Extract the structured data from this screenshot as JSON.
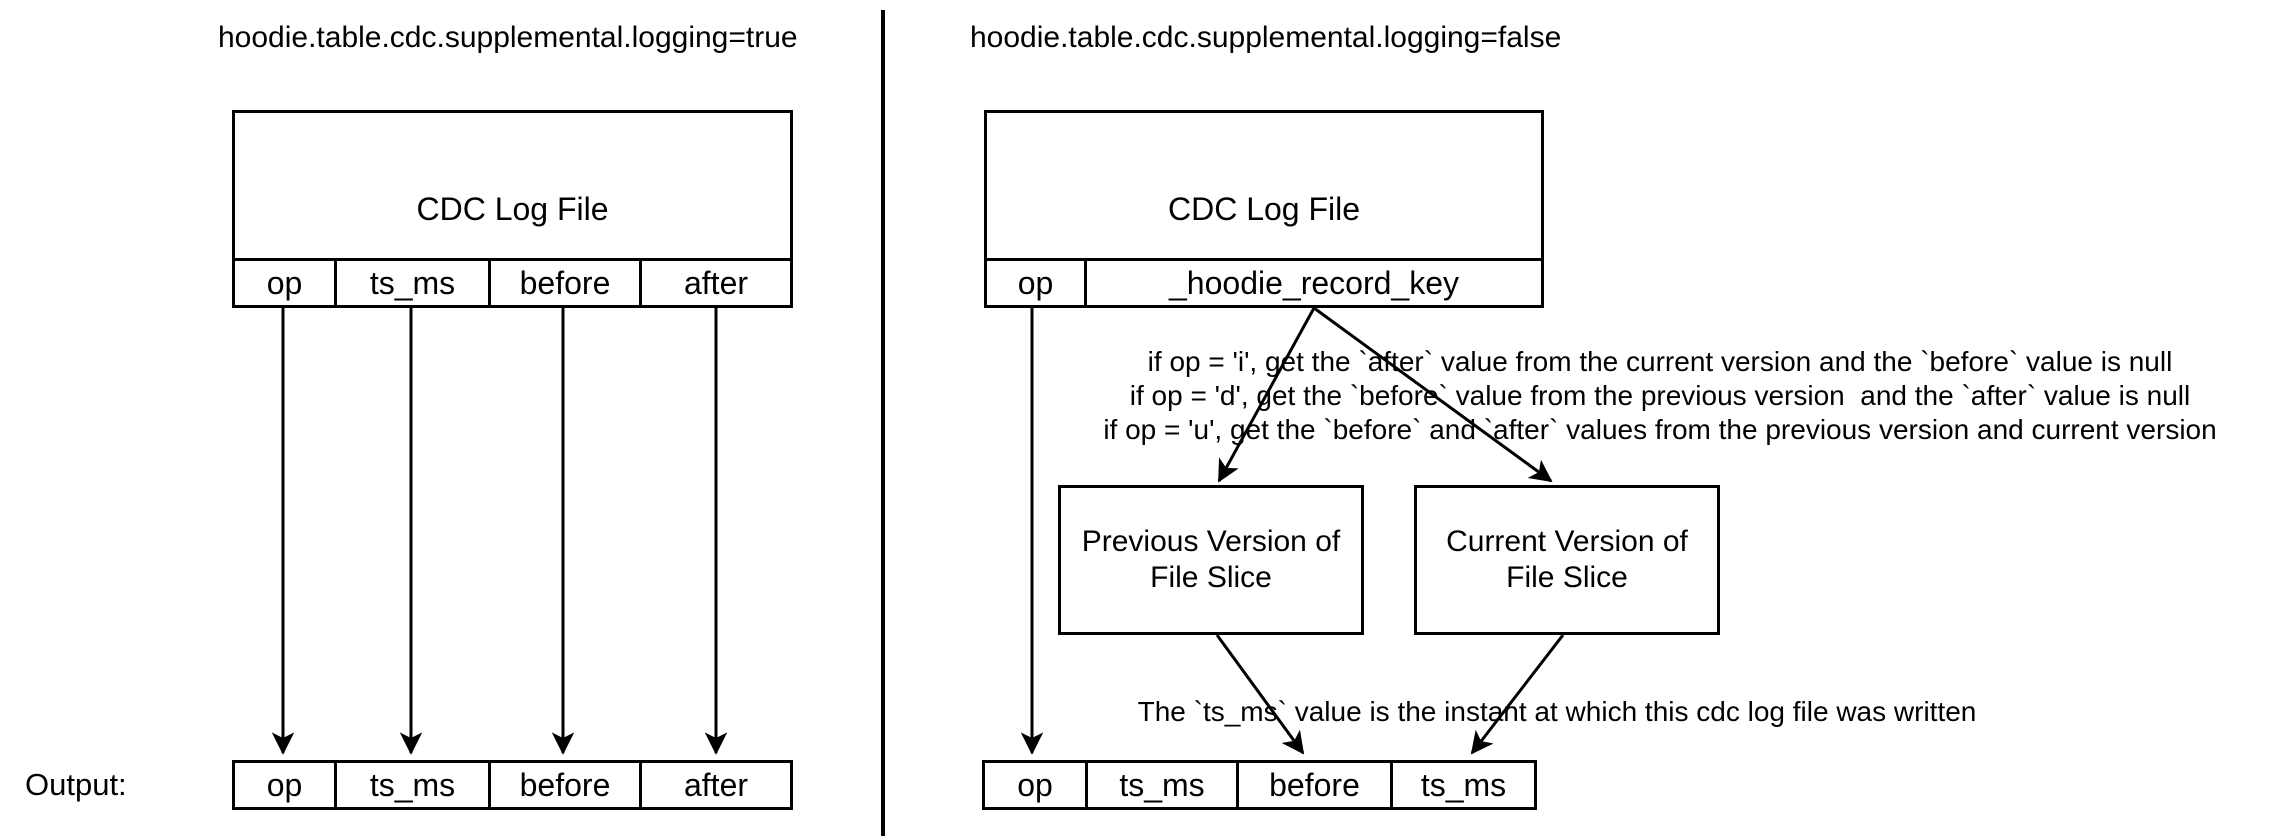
{
  "colors": {
    "background": "#ffffff",
    "stroke": "#000000",
    "text": "#000000"
  },
  "left_panel": {
    "title": "hoodie.table.cdc.supplemental.logging=true",
    "log_file_box": {
      "label": "CDC Log File",
      "columns": [
        "op",
        "ts_ms",
        "before",
        "after"
      ]
    },
    "output_label": "Output:",
    "output_columns": [
      "op",
      "ts_ms",
      "before",
      "after"
    ]
  },
  "right_panel": {
    "title": "hoodie.table.cdc.supplemental.logging=false",
    "log_file_box": {
      "label": "CDC Log File",
      "columns": [
        "op",
        "_hoodie_record_key"
      ]
    },
    "op_rules": [
      "if op = 'i', get the `after` value from the current version and the `before` value is null",
      "if op = 'd', get the `before` value from the previous version  and the `after` value is null",
      "if op = 'u', get the `before` and `after` values from the previous version and current version"
    ],
    "previous_version_box": "Previous Version of File Slice",
    "current_version_box": "Current Version of File Slice",
    "ts_ms_note": "The `ts_ms` value is the instant at which this cdc log file was written",
    "output_columns": [
      "op",
      "ts_ms",
      "before",
      "ts_ms"
    ]
  }
}
